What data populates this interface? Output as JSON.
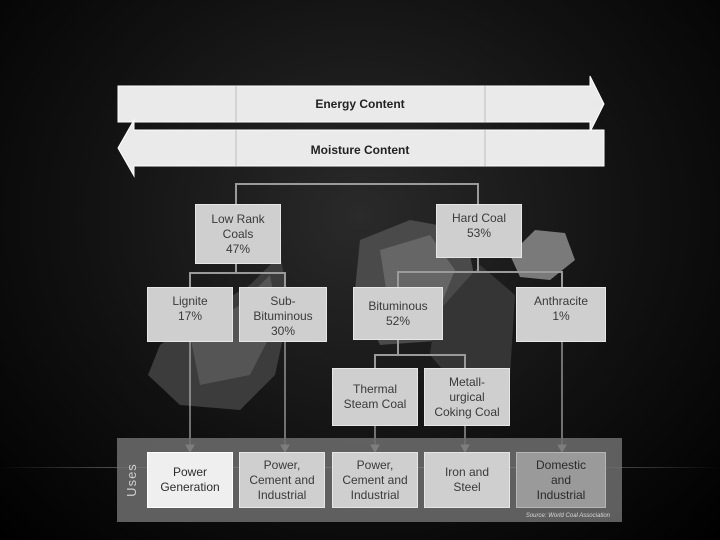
{
  "arrows": {
    "energy_content": "Energy Content",
    "moisture_content": "Moisture Content"
  },
  "ranks": {
    "low_rank": "Low Rank\nCoals\n47%",
    "hard_coal": "Hard Coal\n53%",
    "lignite": "Lignite\n17%",
    "sub_bituminous": "Sub-\nBituminous\n30%",
    "bituminous": "Bituminous\n52%",
    "anthracite": "Anthracite\n1%",
    "thermal": "Thermal\nSteam Coal",
    "metallurgical": "Metall-\nurgical\nCoking Coal"
  },
  "uses": {
    "label": "Uses",
    "power_generation": "Power\nGeneration",
    "power_cement_1": "Power,\nCement and\nIndustrial",
    "power_cement_2": "Power,\nCement and\nIndustrial",
    "iron_steel": "Iron and\nSteel",
    "domestic": "Domestic\nand\nIndustrial"
  },
  "source": "Source: World Coal Association"
}
